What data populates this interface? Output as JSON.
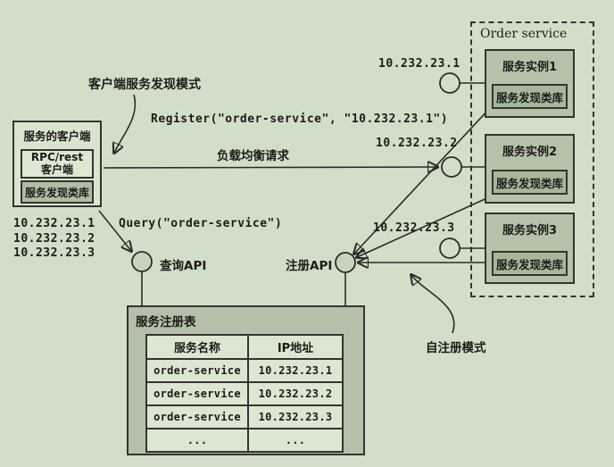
{
  "annotations": {
    "pattern_label": "客户端服务发现模式",
    "register_call": "Register(\"order-service\", \"10.232.23.1\")",
    "load_balance_label": "负载均衡请求",
    "query_call": "Query(\"order-service\")",
    "self_register_label": "自注册模式",
    "query_api_label": "查询API",
    "register_api_label": "注册API"
  },
  "client": {
    "title": "服务的客户端",
    "rpc_line1": "RPC/rest",
    "rpc_line2": "客户端",
    "discovery_lib": "服务发现类库",
    "ip_list": [
      "10.232.23.1",
      "10.232.23.2",
      "10.232.23.3"
    ]
  },
  "order_service": {
    "title": "Order service",
    "instances": [
      {
        "name": "服务实例1",
        "lib": "服务发现类库",
        "ip": "10.232.23.1"
      },
      {
        "name": "服务实例2",
        "lib": "服务发现类库",
        "ip": "10.232.23.2"
      },
      {
        "name": "服务实例3",
        "lib": "服务发现类库",
        "ip": "10.232.23.3"
      }
    ]
  },
  "registry": {
    "title": "服务注册表",
    "table": {
      "headers": [
        "服务名称",
        "IP地址"
      ],
      "rows": [
        [
          "order-service",
          "10.232.23.1"
        ],
        [
          "order-service",
          "10.232.23.2"
        ],
        [
          "order-service",
          "10.232.23.3"
        ],
        [
          "...",
          "..."
        ]
      ]
    }
  },
  "colors": {
    "page_bg": "#d2dfc8",
    "box_light": "#dae5cf",
    "box_mid": "#b4c2a8",
    "box_dark": "#a6b79a",
    "api_circle": "#c6d4bb",
    "line": "#2b2b2b"
  }
}
